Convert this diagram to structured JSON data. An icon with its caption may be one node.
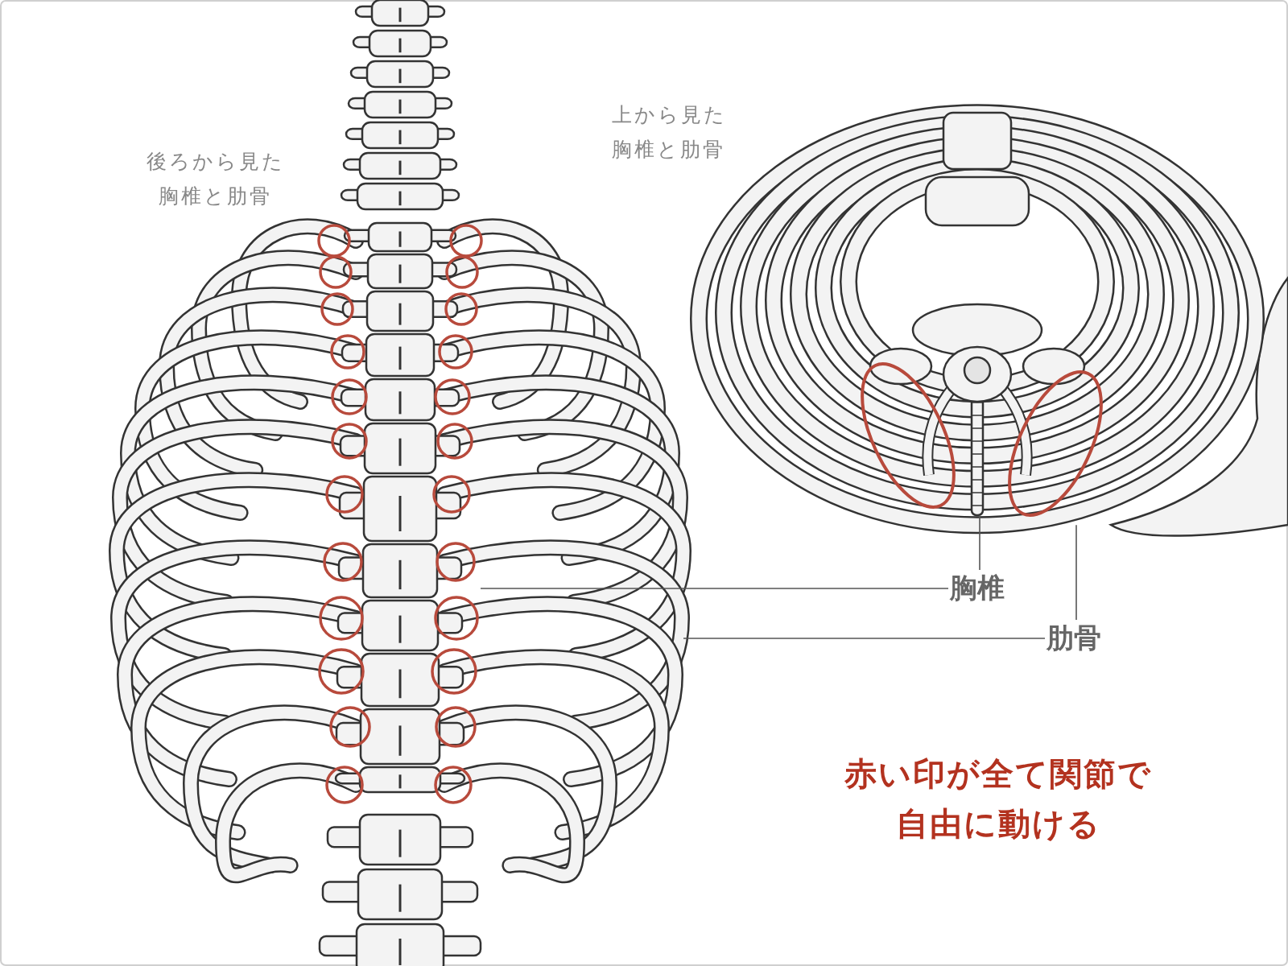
{
  "diagram": {
    "nodes": [
      {
        "text": [
          "胸椎"
        ]
      },
      {
        "text": [
          "肋骨"
        ]
      },
      {
        "text": [],
        "shape": "picture"
      },
      {
        "text": [],
        "shape": "picture"
      },
      {
        "text": [],
        "shape": "picture",
        "in": 5
      },
      {
        "text": [],
        "shape": "picture"
      }
    ],
    "edges": [
      {
        "from": 0,
        "to": 2,
        "arrow": "none"
      },
      {
        "from": 0,
        "to": 4,
        "arrow": "none"
      },
      {
        "from": 1,
        "to": 3,
        "arrow": "none"
      },
      {
        "from": 1,
        "to": 5,
        "arrow": "none"
      }
    ],
    "labels": [
      "後ろから見た胸椎と肋骨",
      "上から見た胸椎と肋骨",
      "赤い印が全て関節で自由に動ける"
    ]
  }
}
